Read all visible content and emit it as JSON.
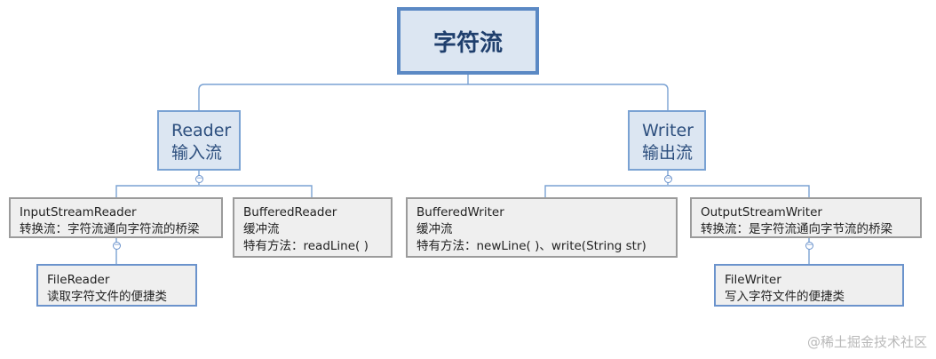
{
  "root": {
    "label": "字符流"
  },
  "reader": {
    "title": "Reader",
    "subtitle": "输入流",
    "children": [
      {
        "name": "InputStreamReader",
        "desc": "转换流：字符流通向字符流的桥梁"
      },
      {
        "name": "BufferedReader",
        "desc": "缓冲流",
        "extra": "特有方法：readLine( )"
      }
    ],
    "grandchild": {
      "name": "FileReader",
      "desc": "读取字符文件的便捷类"
    }
  },
  "writer": {
    "title": "Writer",
    "subtitle": "输出流",
    "children": [
      {
        "name": "BufferedWriter",
        "desc": "缓冲流",
        "extra": "特有方法：newLine( )、write(String str)"
      },
      {
        "name": "OutputStreamWriter",
        "desc": "转换流：是字符流通向字节流的桥梁"
      }
    ],
    "grandchild": {
      "name": "FileWriter",
      "desc": "写入字符文件的便捷类"
    }
  },
  "collapse_symbol": "−",
  "watermark": "@稀土掘金技术社区",
  "colors": {
    "line": "#7aa2d3",
    "root_border": "#5b89c4",
    "level_fill": "#dce6f2",
    "box_fill": "#efefef"
  }
}
